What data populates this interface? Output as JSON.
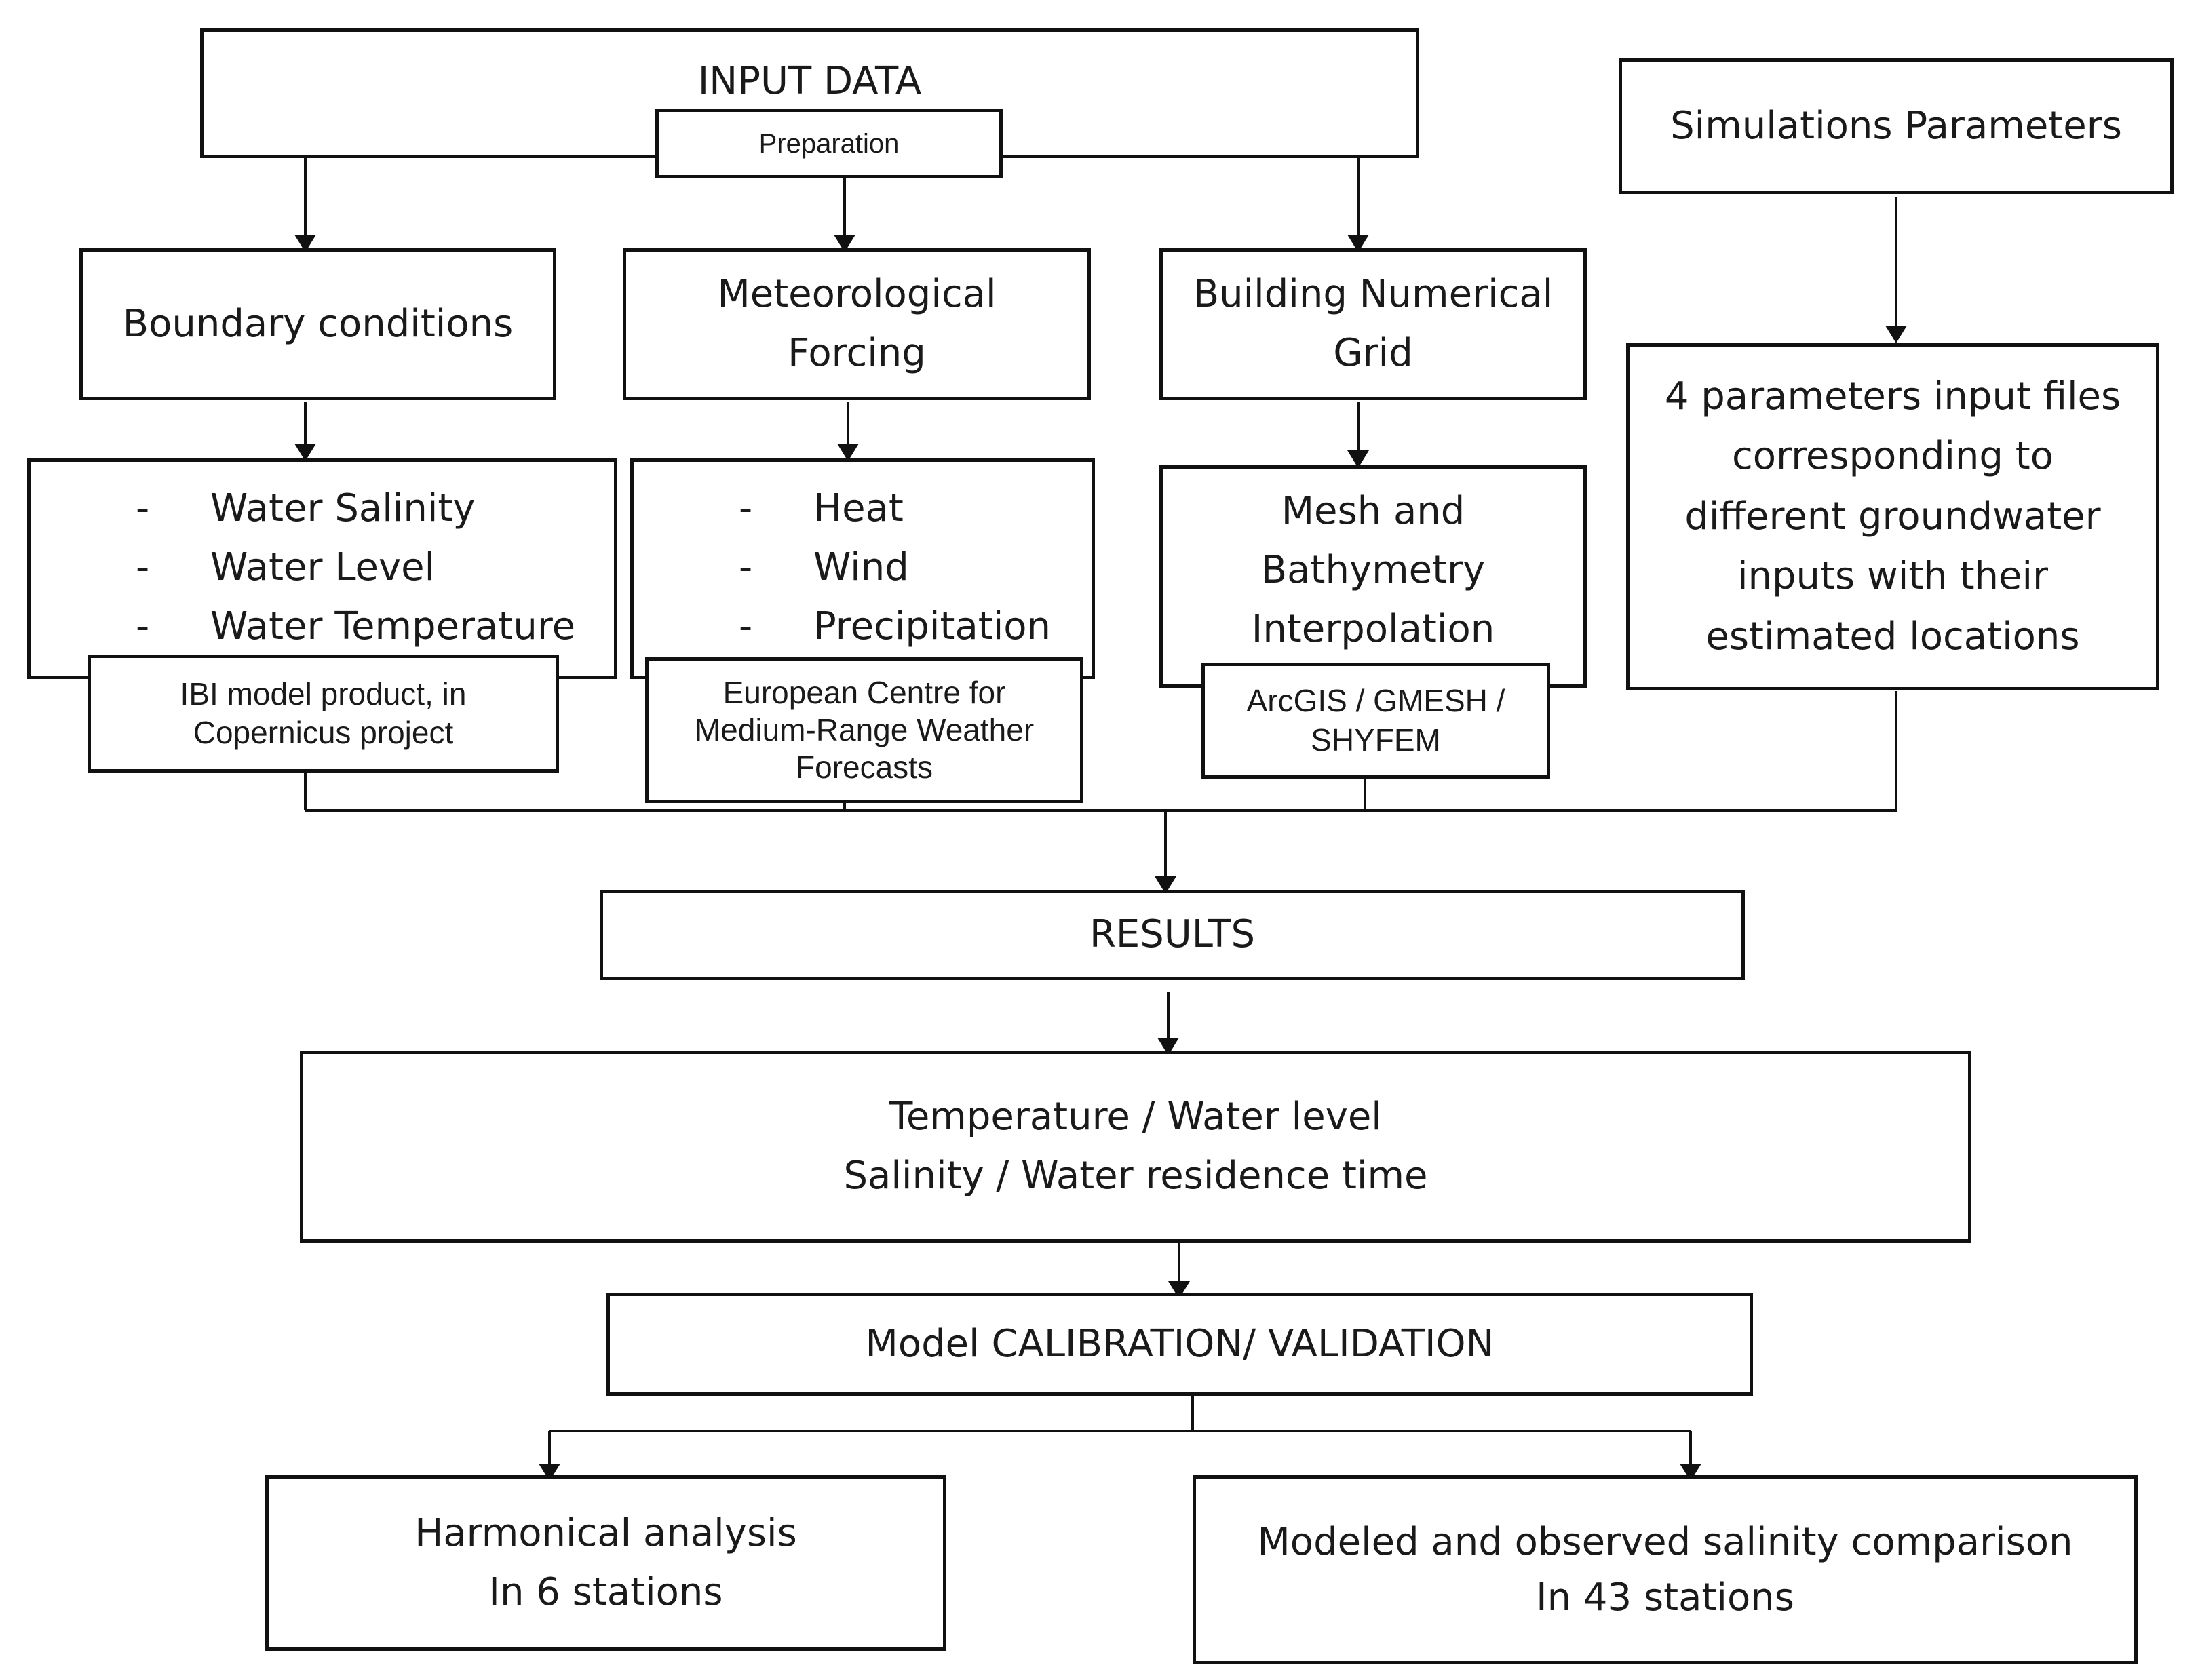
{
  "input_data": {
    "title": "INPUT DATA",
    "preparation": "Preparation"
  },
  "simulation_parameters": {
    "title": "Simulations Parameters",
    "detail": [
      "4 parameters input files",
      "corresponding to",
      "different groundwater",
      "inputs with their",
      "estimated locations"
    ]
  },
  "boundary": {
    "title": "Boundary conditions",
    "items": [
      "Water Salinity",
      "Water Level",
      "Water Temperature"
    ],
    "source": [
      "IBI model product, in",
      "Copernicus project"
    ]
  },
  "meteorological": {
    "title": [
      "Meteorological",
      "Forcing"
    ],
    "items": [
      "Heat",
      "Wind",
      "Precipitation"
    ],
    "source": [
      "European Centre for",
      "Medium-Range Weather",
      "Forecasts"
    ]
  },
  "grid": {
    "title": [
      "Building Numerical",
      "Grid"
    ],
    "detail": [
      "Mesh and",
      "Bathymetry",
      "Interpolation"
    ],
    "source": [
      "ArcGIS / GMESH /",
      "SHYFEM"
    ]
  },
  "bullet": "-",
  "results": {
    "title": "RESULTS",
    "outputs": [
      "Temperature / Water level",
      "Salinity / Water residence time"
    ]
  },
  "calibration": {
    "title": "Model CALIBRATION/ VALIDATION"
  },
  "harmonical": {
    "lines": [
      "Harmonical analysis",
      "In 6 stations"
    ]
  },
  "salinity_comparison": {
    "lines": [
      "Modeled and observed salinity comparison",
      "In 43 stations"
    ]
  }
}
